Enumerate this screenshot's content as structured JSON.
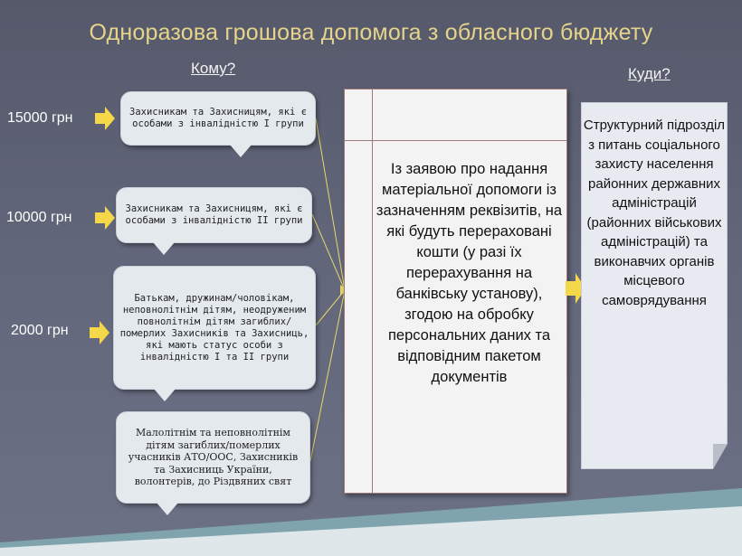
{
  "title": "Одноразова грошова допомога з обласного бюджету",
  "headers": {
    "who": "Кому?",
    "where": "Куди?"
  },
  "amounts": [
    "15000 грн",
    "10000 грн",
    "2000 грн"
  ],
  "recipients": [
    "Захисникам та Захисницям, які є особами з інвалідністю I групи",
    "Захисникам та Захисницям, які є особами з інвалідністю II групи",
    "Батькам, дружинам/чоловікам, неповнолітнім дітям, неодруженим повнолітнім дітям загиблих/померлих Захисників та Захисниць, які мають статус особи з інвалідністю I та II групи",
    "Малолітнім та неповнолітнім дітям загиблих/померлих учасників АТО/ООС, Захисників та Захисниць України, волонтерів, до Різдвяних свят"
  ],
  "application": "Із заявою про надання матеріальної допомоги із зазначенням реквізитів, на які будуть перераховані кошти (у разі їх перерахування на банківську установу), згодою на обробку персональних даних та відповідним пакетом документів",
  "destination": "Структурний підрозділ з питань соціального захисту населення районних державних адміністрацій (районних військових адміністрацій) та виконавчих органів місцевого самоврядування",
  "colors": {
    "title": "#e6d48a",
    "arrow": "#f5d84a",
    "connector": "#e8d66a",
    "bubble": "#e4e9ee",
    "background": "#5f6376"
  },
  "icons": [
    "block-arrow-right-icon"
  ]
}
